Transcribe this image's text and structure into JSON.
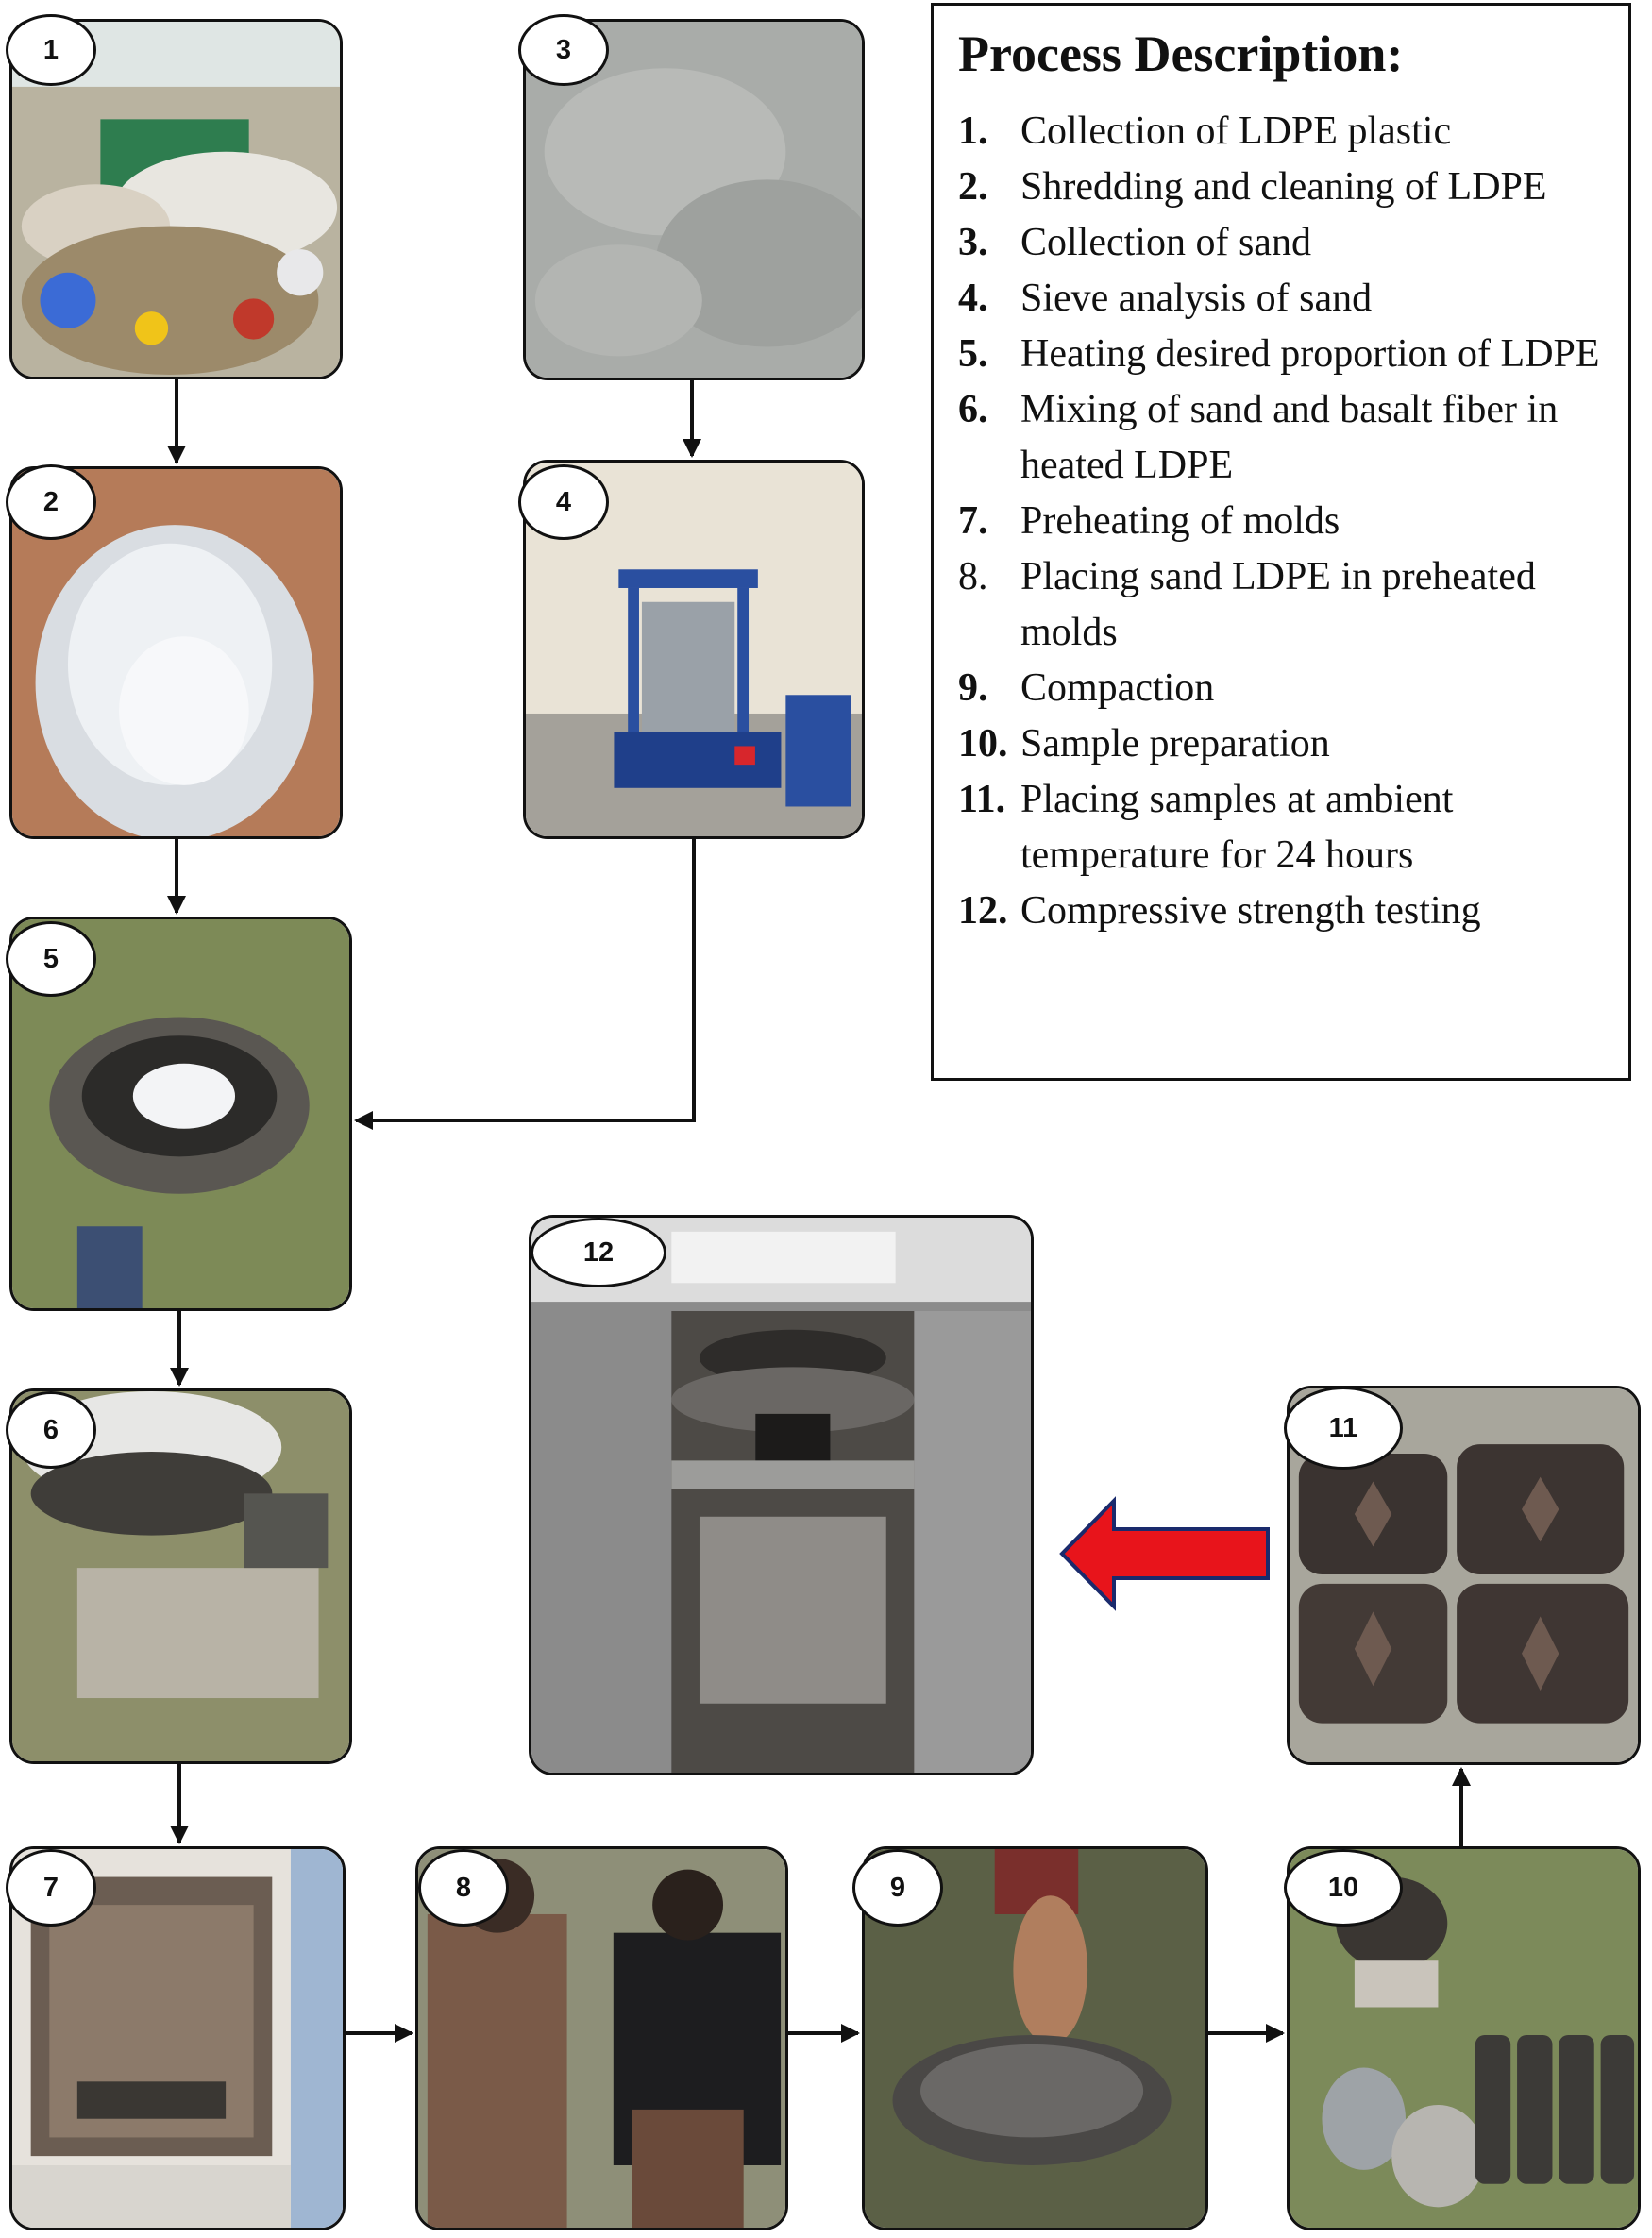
{
  "process": {
    "title": "Process Description:",
    "steps": [
      {
        "num": "1.",
        "text": "Collection of LDPE plastic"
      },
      {
        "num": "2.",
        "text": "Shredding and cleaning of LDPE"
      },
      {
        "num": "3.",
        "text": "Collection of sand"
      },
      {
        "num": "4.",
        "text": "Sieve analysis of sand"
      },
      {
        "num": "5.",
        "text": "Heating desired proportion of LDPE"
      },
      {
        "num": "6.",
        "text": "Mixing of sand and basalt fiber in heated LDPE"
      },
      {
        "num": "7.",
        "text": "Preheating of molds"
      },
      {
        "num": "8.",
        "text": "Placing sand LDPE in preheated molds"
      },
      {
        "num": "9.",
        "text": "Compaction"
      },
      {
        "num": "10.",
        "text": "Sample preparation"
      },
      {
        "num": "11.",
        "text": "Placing samples at ambient temperature for 24 hours"
      },
      {
        "num": "12.",
        "text": "Compressive strength testing"
      }
    ]
  },
  "badges": [
    "1",
    "2",
    "3",
    "4",
    "5",
    "6",
    "7",
    "8",
    "9",
    "10",
    "11",
    "12"
  ],
  "colors": {
    "arrow": "#111111",
    "highlight_arrow": "#e8141b",
    "highlight_outline": "#1a2a6c"
  },
  "icons": [
    "plastic-waste-photo",
    "ldpe-pellets-photo",
    "sand-photo",
    "sieve-shaker-photo",
    "heating-ldpe-photo",
    "mixing-pot-photo",
    "oven-photo",
    "mold-filling-photo",
    "compaction-photo",
    "samples-photo",
    "cured-samples-photo",
    "compression-test-photo"
  ]
}
